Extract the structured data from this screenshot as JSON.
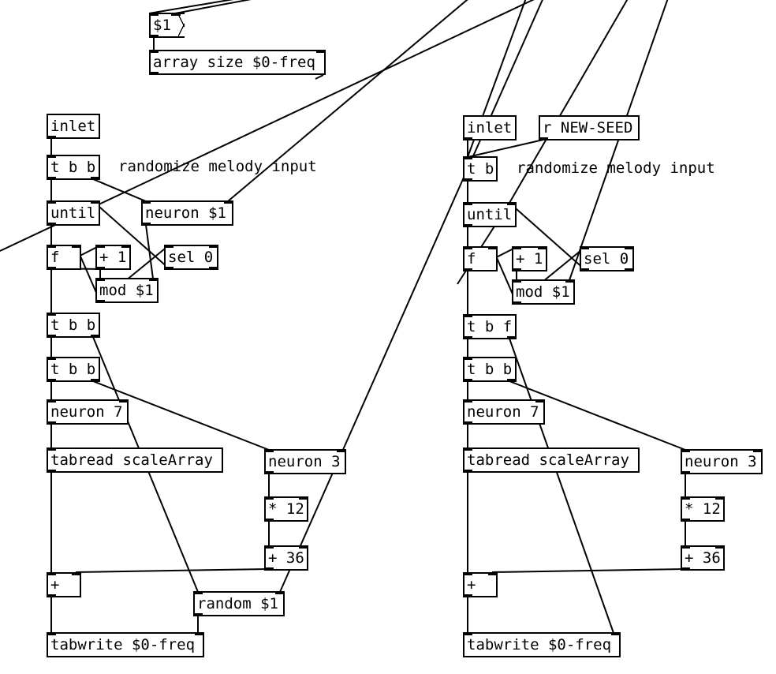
{
  "patch": {
    "top": {
      "msg_dollar1": "$1",
      "array_size": "array size $0-freq"
    },
    "left": {
      "inlet": "inlet",
      "trigger1": "t b b",
      "comment": "randomize melody input",
      "until": "until",
      "neuron_arg": "neuron $1",
      "float": "f",
      "plus_one": "+ 1",
      "sel_zero": "sel 0",
      "mod": "mod $1",
      "trigger2": "t b b",
      "trigger3": "t b b",
      "neuron7": "neuron 7",
      "tabread": "tabread scaleArray",
      "neuron3": "neuron 3",
      "times12": "* 12",
      "plus36": "+ 36",
      "plus": "+",
      "random": "random $1",
      "tabwrite": "tabwrite $0-freq"
    },
    "right": {
      "inlet": "inlet",
      "receive": "r NEW-SEED",
      "trigger1": "t b",
      "comment": "randomize melody input",
      "until": "until",
      "float": "f",
      "plus_one": "+ 1",
      "sel_zero": "sel 0",
      "mod": "mod $1",
      "trigger2": "t b f",
      "trigger3": "t b b",
      "neuron7": "neuron 7",
      "tabread": "tabread scaleArray",
      "neuron3": "neuron 3",
      "times12": "* 12",
      "plus36": "+ 36",
      "plus": "+",
      "tabwrite": "tabwrite $0-freq"
    }
  }
}
